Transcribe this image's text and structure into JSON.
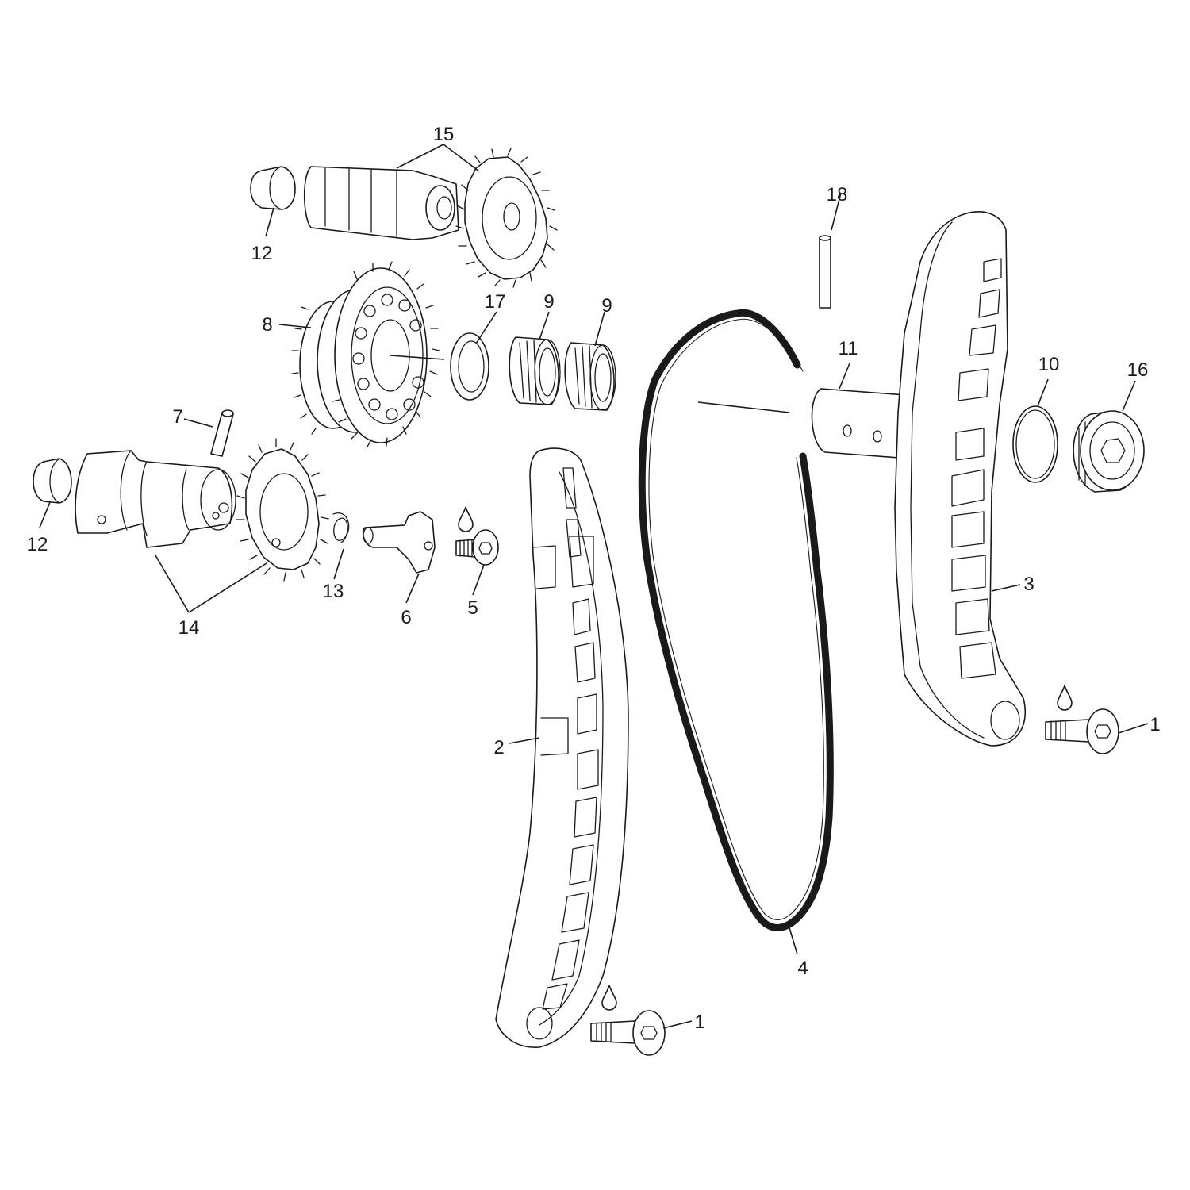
{
  "callouts": {
    "c1a": "1",
    "c1b": "1",
    "c2": "2",
    "c3": "3",
    "c4": "4",
    "c5": "5",
    "c6": "6",
    "c7": "7",
    "c8": "8",
    "c9a": "9",
    "c9b": "9",
    "c10": "10",
    "c11": "11",
    "c12a": "12",
    "c12b": "12",
    "c13": "13",
    "c14": "14",
    "c15": "15",
    "c16": "16",
    "c17": "17",
    "c18": "18"
  },
  "icons": {
    "lubrication": "oil-drop-icon"
  }
}
